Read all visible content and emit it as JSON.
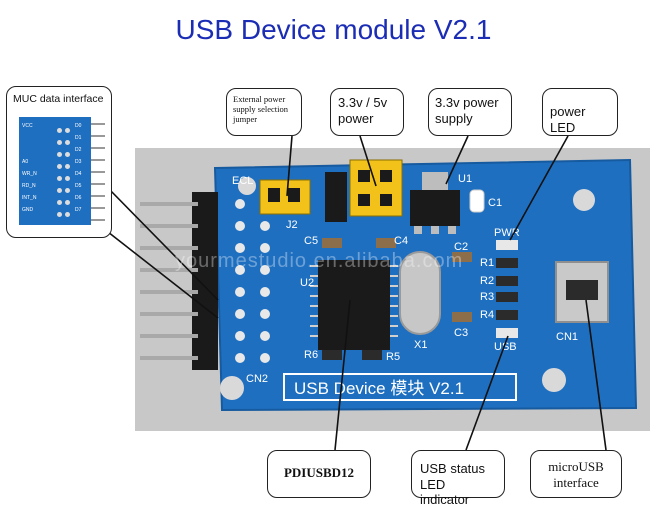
{
  "title": "USB Device module V2.1",
  "colors": {
    "title": "#1b2db5",
    "pcb": "#1f6fc0",
    "pcb_dark": "#165a9f",
    "jumper": "#f2c21a",
    "background": "#ffffff"
  },
  "callouts": {
    "muc": "MUC data interface",
    "ext_power": "External power supply selection jumper",
    "voltage": "3.3v / 5v power",
    "supply": "3.3v power supply",
    "power_led": "power LED",
    "chip": "PDIUSBD12",
    "usb_led": "USB status LED indicator",
    "microusb": "microUSB interface"
  },
  "inset_pins_left": [
    "VCC",
    "",
    "",
    "A0",
    "WR_N",
    "RD_N",
    "INT_N",
    "GND"
  ],
  "inset_pins_right": [
    "D0",
    "D1",
    "D2",
    "D3",
    "D4",
    "D5",
    "D6",
    "D7"
  ],
  "board_labels": {
    "bottom": "USB Device 模块 V2.1",
    "ecl": "ECL",
    "j2": "J2",
    "u1": "U1",
    "c1": "C1",
    "u2": "U2",
    "cn2": "CN2",
    "cn1": "CN1",
    "x1": "X1",
    "pwr": "PWR",
    "usb": "USB",
    "c2": "C2",
    "c3": "C3",
    "c4": "C4",
    "c5": "C5",
    "r1": "R1",
    "r2": "R2",
    "r3": "R3",
    "r4": "R4",
    "r5": "R5",
    "r6": "R6"
  },
  "watermark": "yourmestudio.en.alibaba.com"
}
